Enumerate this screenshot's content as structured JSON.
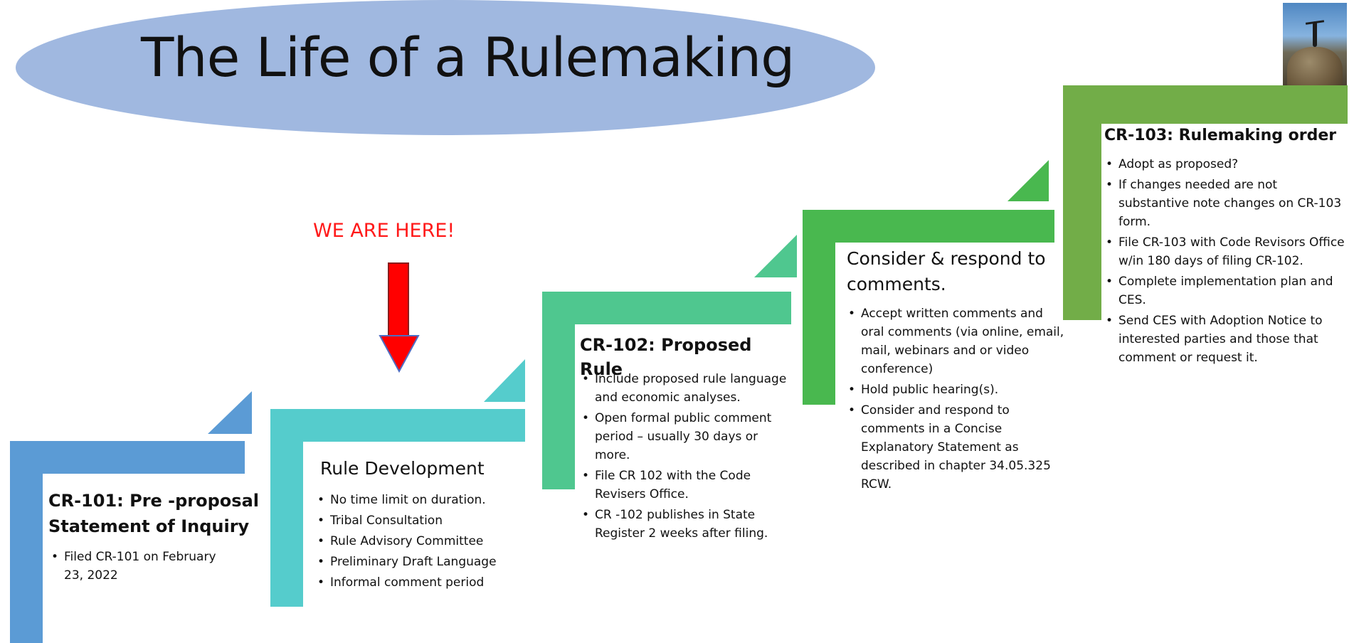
{
  "title": "The Life of a Rulemaking",
  "marker": {
    "label": "WE ARE HERE!",
    "color": "#ff0000"
  },
  "photo_icon": "person-on-summit-photo",
  "steps": [
    {
      "heading": "CR-101: Pre -proposal Statement of Inquiry",
      "color": "#5b9bd5",
      "bullets": [
        "Filed CR-101 on February 23, 2022"
      ]
    },
    {
      "heading": "Rule Development",
      "color": "#55cccc",
      "bullets": [
        "No time limit on duration.",
        "Tribal Consultation",
        "Rule Advisory Committee",
        "Preliminary Draft Language",
        "Informal comment period"
      ]
    },
    {
      "heading": "CR-102: Proposed Rule",
      "color": "#4fc78f",
      "bullets": [
        "Include proposed rule language and economic analyses.",
        "Open formal public comment period – usually 30 days or more.",
        "File CR 102 with the Code Revisers Office.",
        "CR -102 publishes in State Register 2 weeks after filing."
      ]
    },
    {
      "heading": "Consider & respond to comments.",
      "color": "#49b84f",
      "bullets": [
        "Accept written comments and oral comments (via online, email, mail, webinars and or video conference)",
        "Hold public hearing(s).",
        "Consider and respond to comments in a Concise Explanatory Statement as described in chapter 34.05.325 RCW."
      ]
    },
    {
      "heading": "CR-103: Rulemaking order",
      "color": "#72ad48",
      "bullets": [
        "Adopt as proposed?",
        "If changes needed are not substantive note changes on CR-103 form.",
        "File CR-103 with Code Revisors Office w/in 180 days of filing CR-102.",
        "Complete implementation plan and CES.",
        "Send CES with Adoption Notice to interested parties and those that comment or request it."
      ]
    }
  ]
}
